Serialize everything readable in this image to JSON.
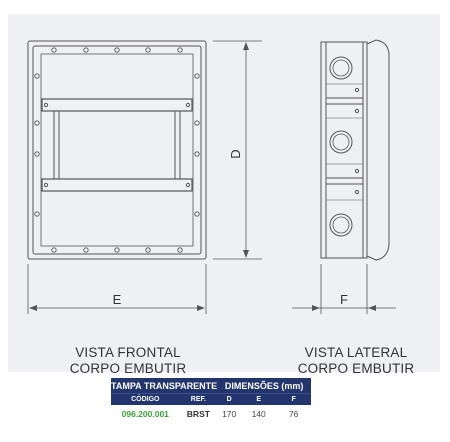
{
  "diagram": {
    "front_dimension_height": "D",
    "front_dimension_width": "E",
    "side_dimension_depth": "F",
    "front_caption_line1": "VISTA FRONTAL",
    "front_caption_line2": "CORPO EMBUTIR",
    "side_caption_line1": "VISTA LATERAL",
    "side_caption_line2": "CORPO EMBUTIR"
  },
  "spec_table": {
    "title_product": "TAMPA TRANSPARENTE",
    "title_dimensions": "DIMENSÕES (mm)",
    "col_code": "CÓDIGO",
    "col_ref": "REF.",
    "col_d": "D",
    "col_e": "E",
    "col_f": "F",
    "rows": [
      {
        "code": "096.200.001",
        "ref": "BRST",
        "d": "170",
        "e": "140",
        "f": "76"
      }
    ]
  },
  "colors": {
    "header_bg": "#22356d",
    "code_text": "#3aa335",
    "panel_bg": "#eef0f4",
    "line": "#555555"
  }
}
